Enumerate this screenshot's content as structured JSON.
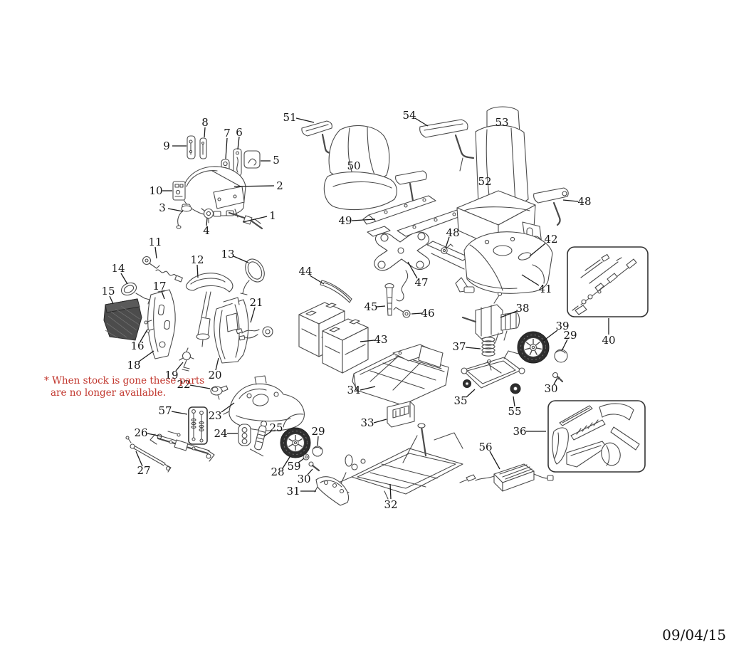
{
  "page": {
    "background": "#ffffff",
    "date": "09/04/15"
  },
  "note": {
    "line1": "* When stock is gone these parts",
    "line2": "are no longer available."
  },
  "colors": {
    "note_red": "#c2382f",
    "line_art": "#4a4a4a",
    "ink": "#141414"
  },
  "callouts": {
    "c1": "1",
    "c2": "2",
    "c3": "3",
    "c4": "4",
    "c5": "5",
    "c6": "6",
    "c7": "7",
    "c8": "8",
    "c9": "9",
    "c10": "10",
    "c11": "11",
    "c12": "12",
    "c13": "13",
    "c14": "14",
    "c15": "15",
    "c16": "16",
    "c17": "17",
    "c18": "18",
    "c19": "19",
    "c20": "20",
    "c21": "21",
    "c22": "22",
    "c23": "23",
    "c24": "24",
    "c25": "25",
    "c26": "26",
    "c27": "27",
    "c28": "28",
    "c29a": "29",
    "c29b": "29",
    "c30a": "30",
    "c30b": "30",
    "c31": "31",
    "c32": "32",
    "c33": "33",
    "c34": "34",
    "c35": "35",
    "c36": "36",
    "c37": "37",
    "c38": "38",
    "c39": "39",
    "c40": "40",
    "c41": "41",
    "c42": "42",
    "c43": "43",
    "c44": "44",
    "c45": "45",
    "c46": "46",
    "c47": "47",
    "c48a": "48",
    "c48b": "48",
    "c49": "49",
    "c50": "50",
    "c51": "51",
    "c52": "52",
    "c53": "53",
    "c54": "54",
    "c55": "55",
    "c56": "56",
    "c57": "57",
    "c59": "59"
  }
}
